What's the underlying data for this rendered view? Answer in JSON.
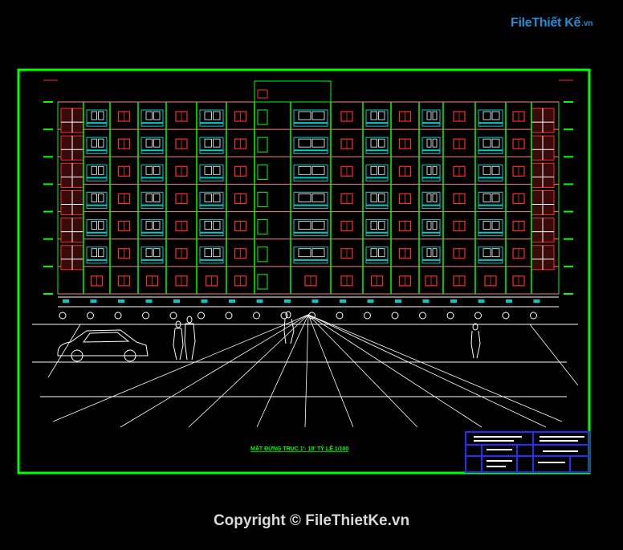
{
  "drawing": {
    "title": "MẶT ĐỨNG TRỤC 1'- 18' TỶ LỆ 1/100",
    "floors": 7,
    "bays": 18,
    "colors": {
      "frame": "#00ff00",
      "window": "#ff2a2a",
      "balcony": "#00cccc",
      "column": "#00ff00",
      "floor_line": "#ff8080",
      "ground": "#ffffff",
      "title_block": "#2222ff"
    }
  },
  "watermark": {
    "logo_text": "FileThiết Kế",
    "logo_ext": ".vn",
    "copyright": "Copyright © FileThietKe.vn"
  }
}
